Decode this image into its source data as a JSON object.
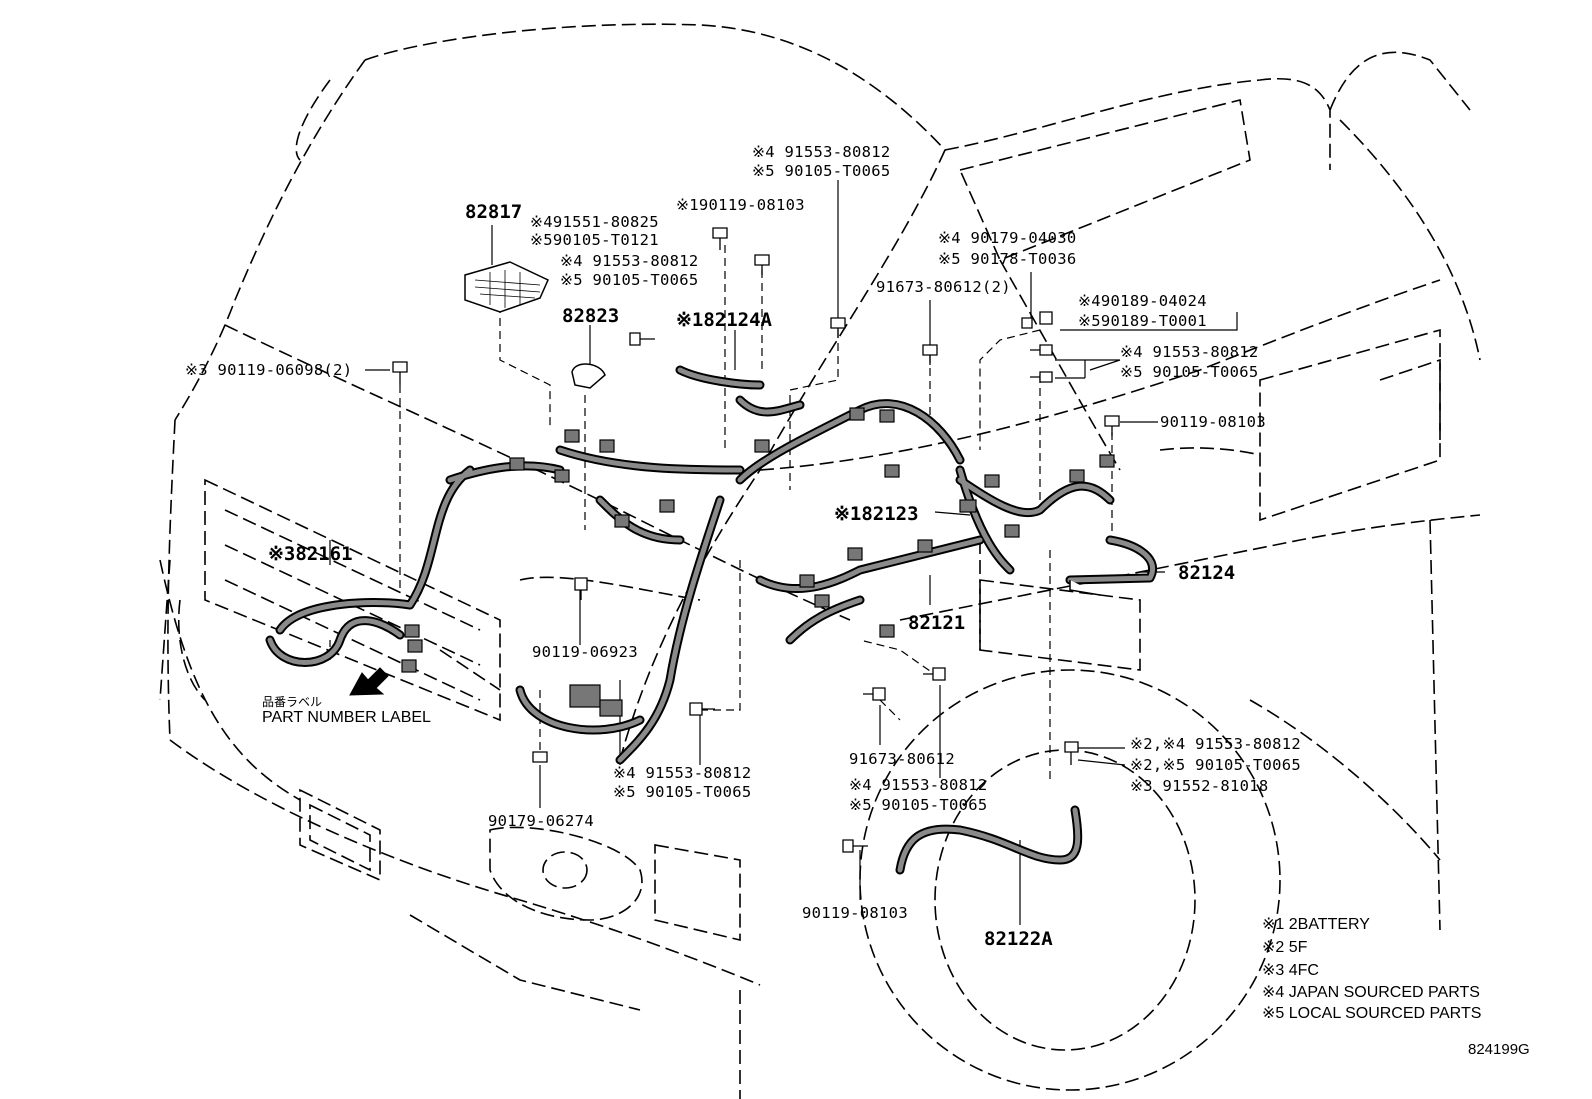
{
  "diagram_id": "824199G",
  "part_number_label": {
    "jp": "品番ラベル",
    "en": "PART NUMBER LABEL"
  },
  "callouts": {
    "c82817": "82817",
    "c82823": "82823",
    "c182124A": "※182124A",
    "c382161": "※382161",
    "c182123": "※182123",
    "c82121": "82121",
    "c82124": "82124",
    "c82122A": "82122A",
    "top_a1": "※4 91553-80812",
    "top_a2": "※5 90105-T0065",
    "top_b": "※190119-08103",
    "left_a1": "※491551-80825",
    "left_a2": "※590105-T0121",
    "left_b1": "※4 91553-80812",
    "left_b2": "※5 90105-T0065",
    "mid_a1": "※4 90179-04030",
    "mid_a2": "※5 90178-T0036",
    "mid_b": "91673-80612(2)",
    "right_a1": "※490189-04024",
    "right_a2": "※590189-T0001",
    "right_b1": "※4 91553-80812",
    "right_b2": "※5 90105-T0065",
    "right_c": "90119-08103",
    "left_c": "※3 90119-06098(2)",
    "bot_a": "90119-06923",
    "bot_b1": "※4 91553-80812",
    "bot_b2": "※5 90105-T0065",
    "bot_c": "90179-06274",
    "bot_d": "91673-80612",
    "bot_e1": "※4 91553-80812",
    "bot_e2": "※5 90105-T0065",
    "bot_f": "90119-08103",
    "br_a1": "※2,※4 91553-80812",
    "br_a2": "※2,※5 90105-T0065",
    "br_a3": "※3 91552-81018"
  },
  "legend": [
    "※1 2BATTERY",
    "※2 5F",
    "※3 4FC",
    "※4 JAPAN SOURCED PARTS",
    "※5 LOCAL SOURCED PARTS"
  ],
  "colors": {
    "ink": "#000000",
    "paper": "#ffffff",
    "harness_fill": "#8a8a8a"
  }
}
